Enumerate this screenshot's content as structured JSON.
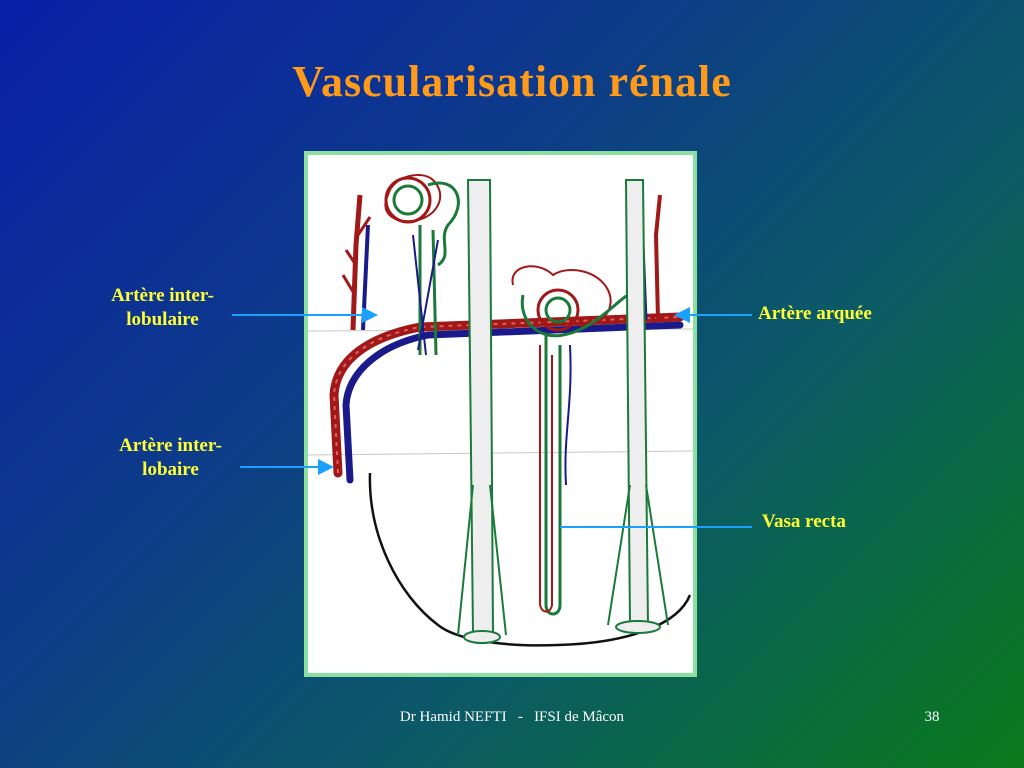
{
  "slide": {
    "title": "Vascularisation rénale"
  },
  "labels": {
    "interlobular_artery": [
      "Artère inter-",
      "lobulaire"
    ],
    "interlobar_artery": [
      "Artère inter-",
      "lobaire"
    ],
    "arcuate_artery": "Artère arquée",
    "vasa_recta": "Vasa recta"
  },
  "footer": {
    "credit": "Dr Hamid NEFTI   -   IFSI de Mâcon",
    "page_number": "38"
  },
  "colors": {
    "title": "#ff9a1a",
    "labels": "#ffff33",
    "artery": "#a01818",
    "vein": "#1a1a8a",
    "tubule": "#1a7a3a",
    "frame": "#8be0a0",
    "pointer": "#1aa0ff"
  }
}
